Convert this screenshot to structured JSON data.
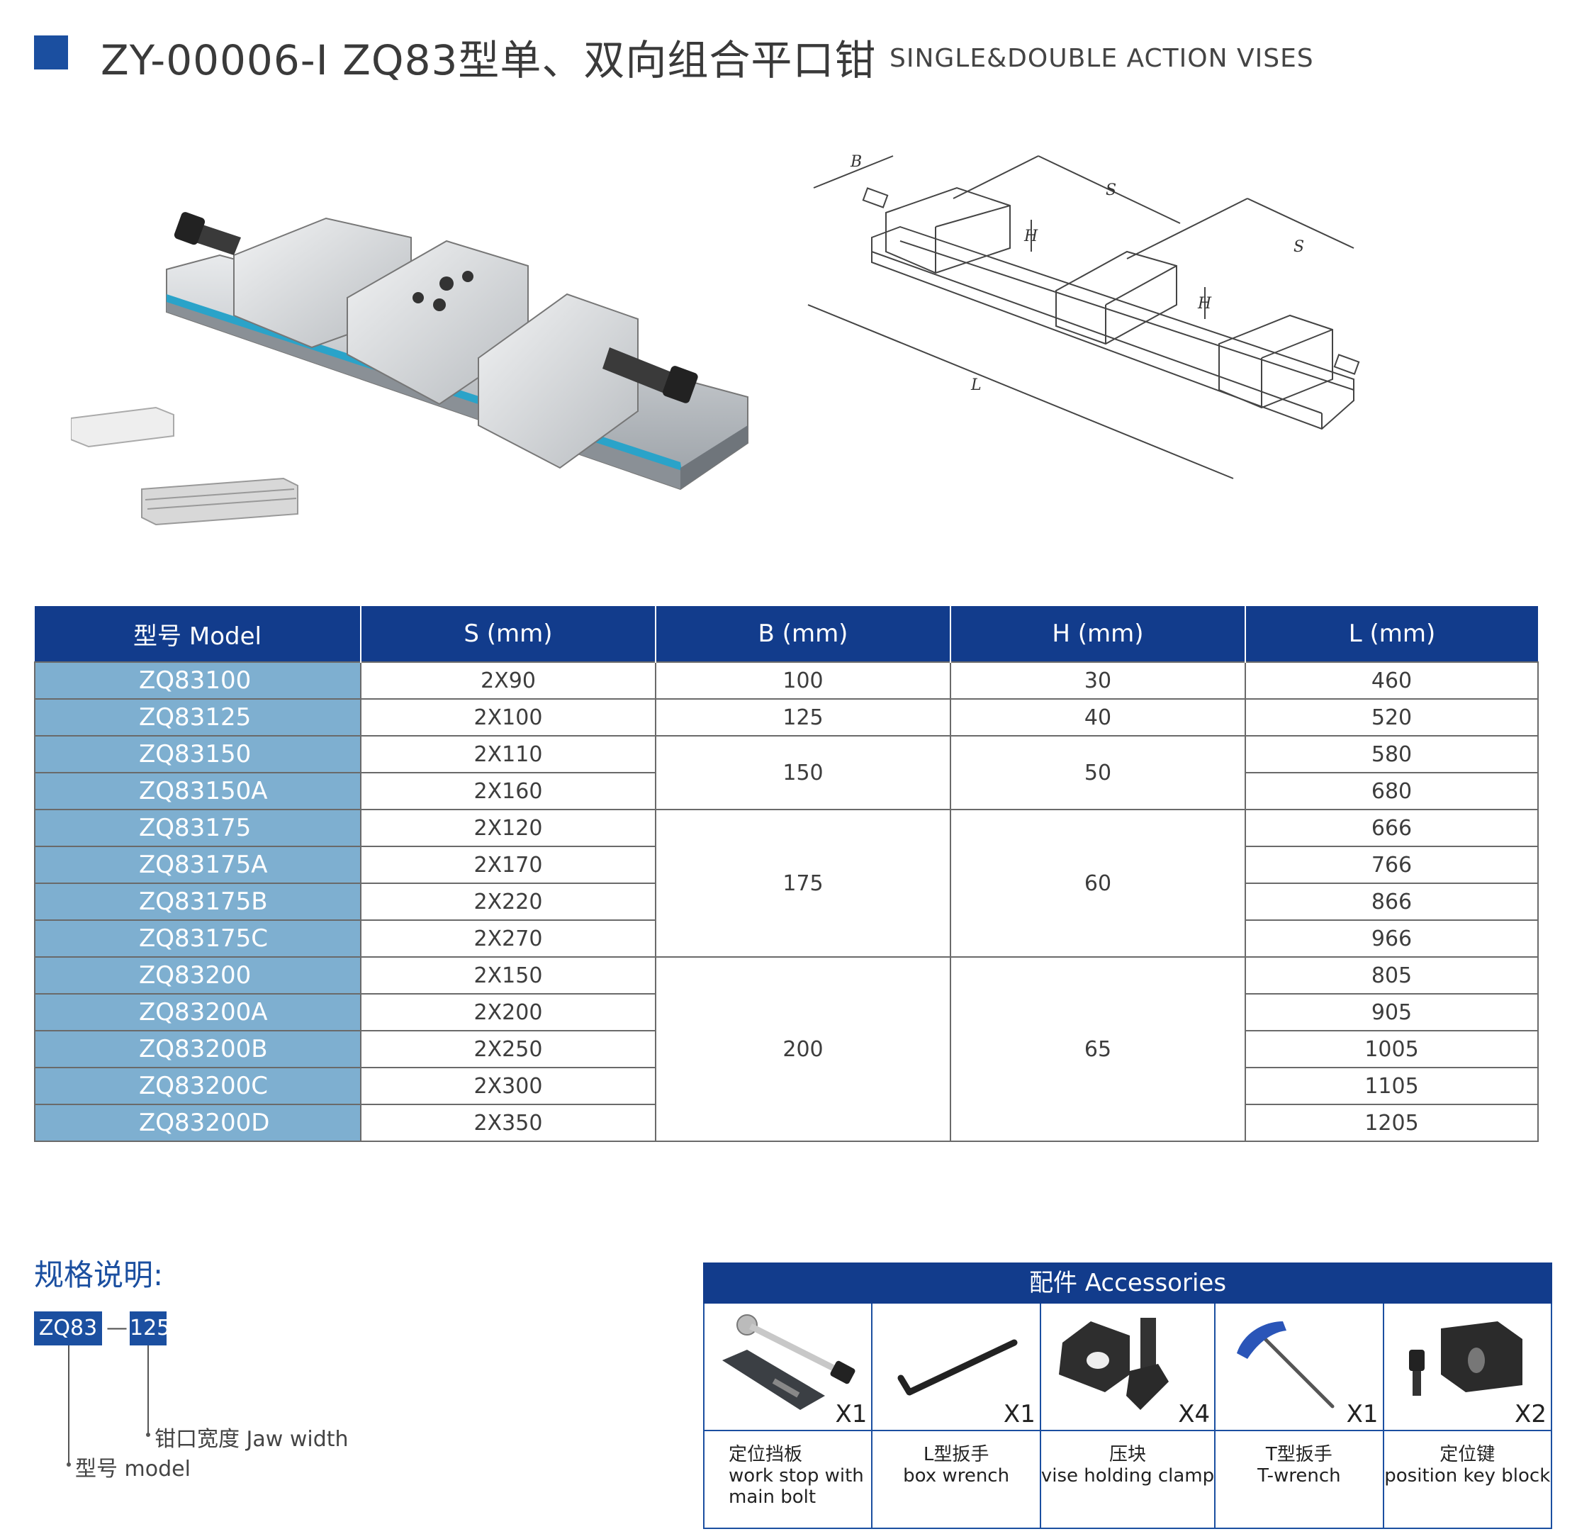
{
  "header": {
    "title_cn": "ZY-00006-I ZQ83型单、双向组合平口钳",
    "title_en": "SINGLE&DOUBLE ACTION VISES"
  },
  "drawing": {
    "label_b": "B",
    "label_s": "S",
    "label_h": "H",
    "label_l": "L"
  },
  "table": {
    "headers": [
      "型号 Model",
      "S (mm)",
      "B (mm)",
      "H (mm)",
      "L (mm)"
    ],
    "rows": [
      {
        "model": "ZQ83100",
        "s": "2X90",
        "b": "100",
        "h": "30",
        "l": "460"
      },
      {
        "model": "ZQ83125",
        "s": "2X100",
        "b": "125",
        "h": "40",
        "l": "520"
      },
      {
        "model": "ZQ83150",
        "s": "2X110",
        "b": "150",
        "h": "50",
        "l": "580"
      },
      {
        "model": "ZQ83150A",
        "s": "2X160",
        "l": "680"
      },
      {
        "model": "ZQ83175",
        "s": "2X120",
        "b": "175",
        "h": "60",
        "l": "666"
      },
      {
        "model": "ZQ83175A",
        "s": "2X170",
        "l": "766"
      },
      {
        "model": "ZQ83175B",
        "s": "2X220",
        "l": "866"
      },
      {
        "model": "ZQ83175C",
        "s": "2X270",
        "l": "966"
      },
      {
        "model": "ZQ83200",
        "s": "2X150",
        "b": "200",
        "h": "65",
        "l": "805"
      },
      {
        "model": "ZQ83200A",
        "s": "2X200",
        "l": "905"
      },
      {
        "model": "ZQ83200B",
        "s": "2X250",
        "l": "1005"
      },
      {
        "model": "ZQ83200C",
        "s": "2X300",
        "l": "1105"
      },
      {
        "model": "ZQ83200D",
        "s": "2X350",
        "l": "1205"
      }
    ]
  },
  "spec": {
    "title": "规格说明:",
    "code_prefix": "ZQ83",
    "code_dash": "—",
    "code_size": "125",
    "legend_jaw": "钳口宽度 Jaw width",
    "legend_model": "型号 model"
  },
  "accessories": {
    "title": "配件  Accessories",
    "items": [
      {
        "qty": "X1",
        "name_cn": "定位挡板",
        "name_en_1": "work stop with",
        "name_en_2": "main bolt",
        "icon": "work-stop-icon"
      },
      {
        "qty": "X1",
        "name_cn": "L型扳手",
        "name_en_1": "box wrench",
        "icon": "l-wrench-icon"
      },
      {
        "qty": "X4",
        "name_cn": "压块",
        "name_en_1": "vise holding clamp",
        "icon": "clamp-block-icon"
      },
      {
        "qty": "X1",
        "name_cn": "T型扳手",
        "name_en_1": "T-wrench",
        "icon": "t-wrench-icon"
      },
      {
        "qty": "X2",
        "name_cn": "定位键",
        "name_en_1": "position key block",
        "icon": "key-block-icon"
      }
    ]
  },
  "colors": {
    "brand_blue": "#123c8c",
    "model_cell": "#7eafd0",
    "accent_stripe": "#2aa3c9"
  }
}
